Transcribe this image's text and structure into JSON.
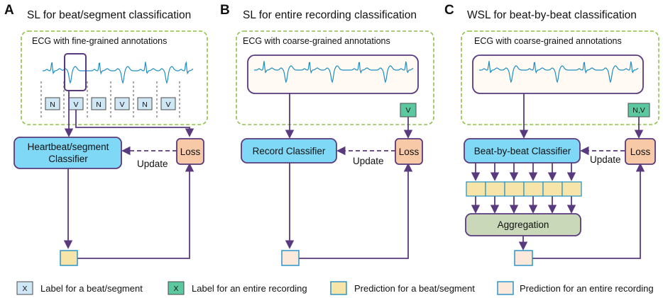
{
  "colors": {
    "dashed_frame": "#8dc04a",
    "purple": "#5a3a7e",
    "ecg_line": "#1e8fc4",
    "classifier_fill": "#7fd8f5",
    "loss_fill": "#f7c9a6",
    "beat_label_fill": "#cfe6f5",
    "record_label_fill": "#5cc8a0",
    "beat_pred_fill": "#f7e4a8",
    "record_pred_fill": "#fde9db",
    "aggregation_fill": "#c9d8b8"
  },
  "panels": [
    {
      "letter": "A",
      "title": "SL for beat/segment classification",
      "ecg_caption": "ECG with fine-grained annotations",
      "beat_labels": [
        "N",
        "V",
        "N",
        "V",
        "N",
        "V"
      ],
      "classifier_line1": "Heartbeat/segment",
      "classifier_line2": "Classifier",
      "loss_label": "Loss",
      "update_label": "Update"
    },
    {
      "letter": "B",
      "title": "SL for entire recording classification",
      "ecg_caption": "ECG with coarse-grained annotations",
      "record_label": "V",
      "classifier_label": "Record Classifier",
      "loss_label": "Loss",
      "update_label": "Update"
    },
    {
      "letter": "C",
      "title": "WSL for beat-by-beat classification",
      "ecg_caption": "ECG with coarse-grained annotations",
      "record_label": "N,V",
      "classifier_label": "Beat-by-beat Classifier",
      "aggregation_label": "Aggregation",
      "loss_label": "Loss",
      "update_label": "Update"
    }
  ],
  "legend": [
    {
      "symbol": "X",
      "label": "Label for a beat/segment",
      "kind": "beat-label"
    },
    {
      "symbol": "X",
      "label": "Label for an entire recording",
      "kind": "record-label"
    },
    {
      "symbol": "",
      "label": "Prediction for a beat/segment",
      "kind": "beat-prediction"
    },
    {
      "symbol": "",
      "label": "Prediction for an entire recording",
      "kind": "record-prediction"
    }
  ]
}
